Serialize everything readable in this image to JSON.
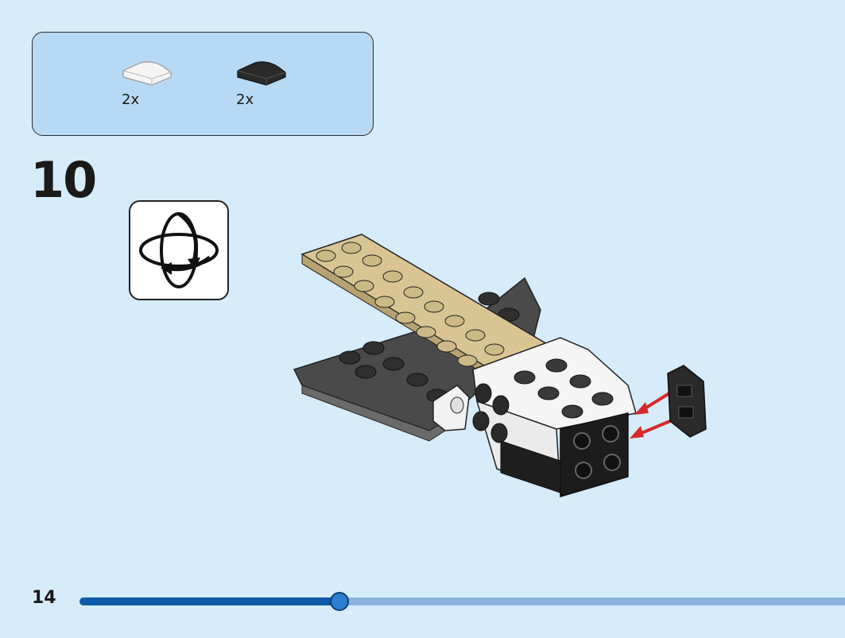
{
  "parts": [
    {
      "icon": "white-curved-slope-icon",
      "quantity": "2x",
      "color": "#f4f4f4"
    },
    {
      "icon": "black-curved-slope-icon",
      "quantity": "2x",
      "color": "#2a2a2a"
    }
  ],
  "step": {
    "number": "10"
  },
  "rotate": {
    "icon": "rotate-model-icon"
  },
  "page": {
    "number": "14"
  },
  "progress": {
    "fraction": 0.34
  },
  "colors": {
    "background": "#d6ecfb",
    "parts_panel": "#b7d9f3",
    "progress_fill": "#0d5aa8",
    "progress_track": "#8db2e0",
    "tan_brick": "#d9c594",
    "dark_gray_brick": "#5a5a5a",
    "arrow_red": "#d42a2a"
  }
}
